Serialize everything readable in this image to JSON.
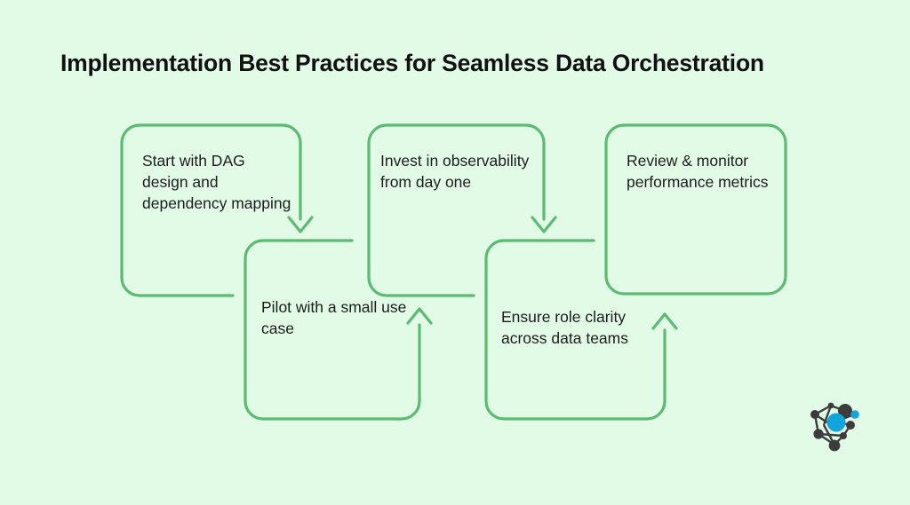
{
  "diagram": {
    "title": "Implementation Best Practices for Seamless Data Orchestration",
    "type": "zigzag-flowchart",
    "step_count": 5,
    "colors": {
      "background": "#e2fbe7",
      "box_stroke": "#5cbb72",
      "arrow": "#5cbb72",
      "title_text": "#111111",
      "body_text": "#1c1c1c",
      "logo_node_dark": "#3c3c3c",
      "logo_node_accent": "#12a5dd"
    },
    "steps": [
      {
        "index": 1,
        "label": "Start with DAG design and dependency mapping",
        "row": "top",
        "open_corner": "bottom-right"
      },
      {
        "index": 2,
        "label": "Pilot with a small use case",
        "row": "bottom",
        "open_corner": "top-right"
      },
      {
        "index": 3,
        "label": "Invest in observability from day one",
        "row": "top",
        "open_corner": "bottom-right"
      },
      {
        "index": 4,
        "label": "Ensure role clarity across data teams",
        "row": "bottom",
        "open_corner": "top-right"
      },
      {
        "index": 5,
        "label": "Review & monitor performance metrics",
        "row": "top",
        "open_corner": "none"
      }
    ],
    "connectors": [
      {
        "from": 1,
        "to": 2,
        "direction": "down"
      },
      {
        "from": 2,
        "to": 3,
        "direction": "up"
      },
      {
        "from": 3,
        "to": 4,
        "direction": "down"
      },
      {
        "from": 4,
        "to": 5,
        "direction": "up"
      }
    ],
    "logo": {
      "name": "network-graph-logo",
      "accent_color": "#12a5dd"
    }
  }
}
